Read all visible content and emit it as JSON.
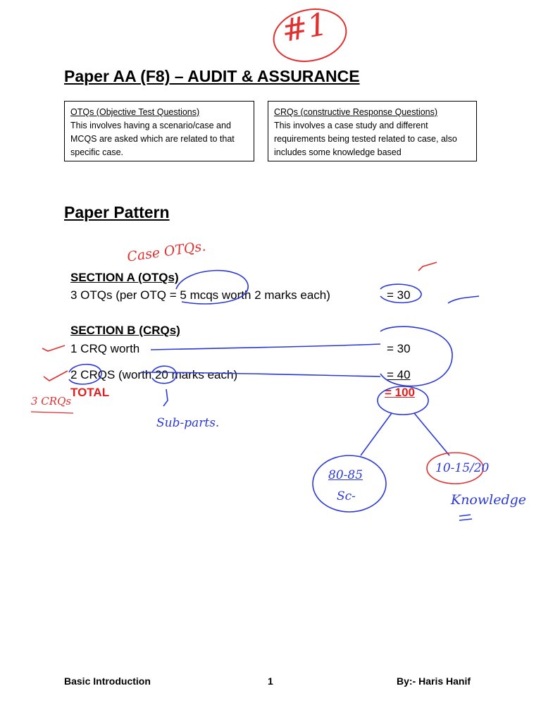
{
  "document": {
    "title": "Paper AA (F8) – AUDIT & ASSURANCE",
    "otq_box": {
      "heading": "OTQs (Objective Test Questions)",
      "body": "This involves having a scenario/case and MCQS are asked which are related to that specific case."
    },
    "crq_box": {
      "heading": "CRQs (constructive Response Questions)",
      "body": "This involves a case study and different requirements being tested related to case, also includes some knowledge based"
    },
    "pattern_heading": "Paper Pattern",
    "section_a": {
      "heading": "SECTION A (OTQs)",
      "line": "3 OTQs (per OTQ = 5 mcqs worth 2 marks each)",
      "marks": "= 30"
    },
    "section_b": {
      "heading": "SECTION B (CRQs)",
      "line1": "1 CRQ worth",
      "marks1": "= 30",
      "line2": "2 CRQS (worth 20 marks each)",
      "marks2": "= 40"
    },
    "total": {
      "label": "TOTAL",
      "value": "= 100"
    }
  },
  "handwriting": {
    "page_number_mark": "#1",
    "case_otqs": "Case OTQs.",
    "three_crqs": "3 CRQs",
    "sub_parts": "Sub-parts.",
    "left_range": "80-85",
    "left_label": "Sc-",
    "right_range": "10-15/20",
    "right_label": "Knowledge"
  },
  "footer": {
    "left": "Basic Introduction",
    "center": "1",
    "right": "By:- Haris Hanif"
  },
  "colors": {
    "accent_red": "#e02020",
    "pen_blue": "#2b39d6",
    "pen_red": "#e03030"
  }
}
